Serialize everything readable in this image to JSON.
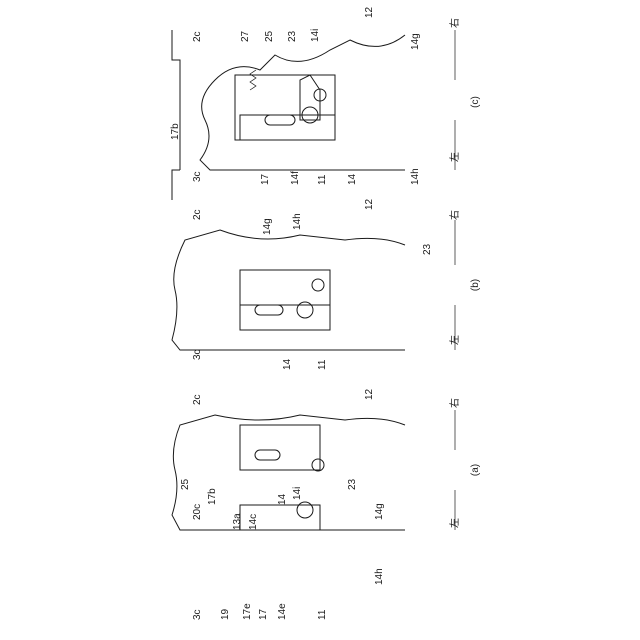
{
  "panels": [
    {
      "caption": "(a)",
      "direction": {
        "left": "左",
        "right": "右"
      },
      "labels": [
        "2c",
        "3c",
        "12",
        "11",
        "23",
        "25",
        "20c",
        "13a",
        "17b",
        "14c",
        "14",
        "14i",
        "14g",
        "19",
        "17e",
        "17",
        "14e",
        "14h"
      ]
    },
    {
      "caption": "(b)",
      "direction": {
        "left": "左",
        "right": "右"
      },
      "labels": [
        "2c",
        "3c",
        "12",
        "11",
        "23",
        "14g",
        "14h",
        "14"
      ]
    },
    {
      "caption": "(c)",
      "direction": {
        "left": "左",
        "right": "右"
      },
      "labels": [
        "2c",
        "3c",
        "12",
        "11",
        "27",
        "25",
        "23",
        "14i",
        "14g",
        "17b",
        "17",
        "14f",
        "14",
        "14h"
      ]
    }
  ]
}
